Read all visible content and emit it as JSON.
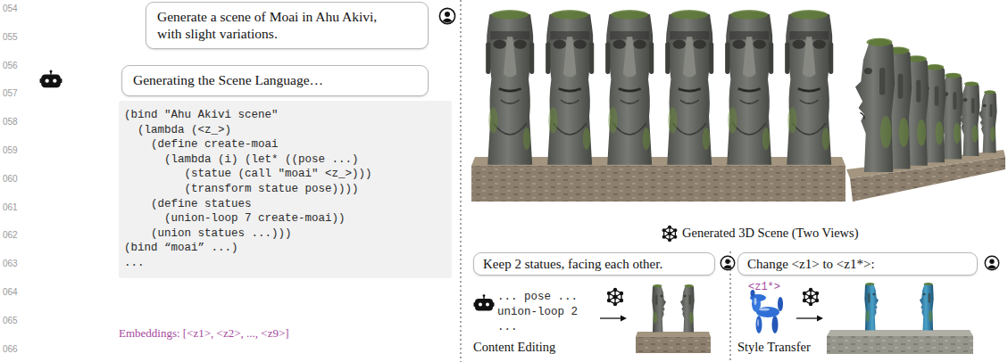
{
  "diagram": {
    "nodes": [
      {
        "text": [
          "Generate a scene of Moai in Ahu Akivi, with slight variations."
        ]
      },
      {
        "text": [
          "Generating the Scene Language…"
        ]
      },
      {
        "text": [
          "(bind \"Ahu Akivi scene\"",
          "  (lambda (<z_>)",
          "    (define create-moai",
          "      (lambda (i) (let* ((pose ...)",
          "         (statue (call \"moai\" <z_>)))",
          "         (transform statue pose))))",
          "    (define statues",
          "      (union-loop 7 create-moai))",
          "    (union statues ...)))",
          "(bind “moai” ...)",
          "..."
        ]
      },
      {
        "text": [
          "Keep 2 statues, facing each other."
        ]
      },
      {
        "text": [
          "Change <z1> to <z1*>:"
        ]
      }
    ],
    "labels": [
      "054",
      "055",
      "056",
      "057",
      "058",
      "059",
      "060",
      "061",
      "062",
      "063",
      "064",
      "065",
      "066",
      "Embeddings: [<z1>, <z2>, ..., <z9>]",
      "Generated 3D Scene (Two Views)",
      "... pose ...",
      "union-loop 2",
      "...",
      "Content Editing",
      "<z1*>",
      "Style Transfer"
    ]
  }
}
